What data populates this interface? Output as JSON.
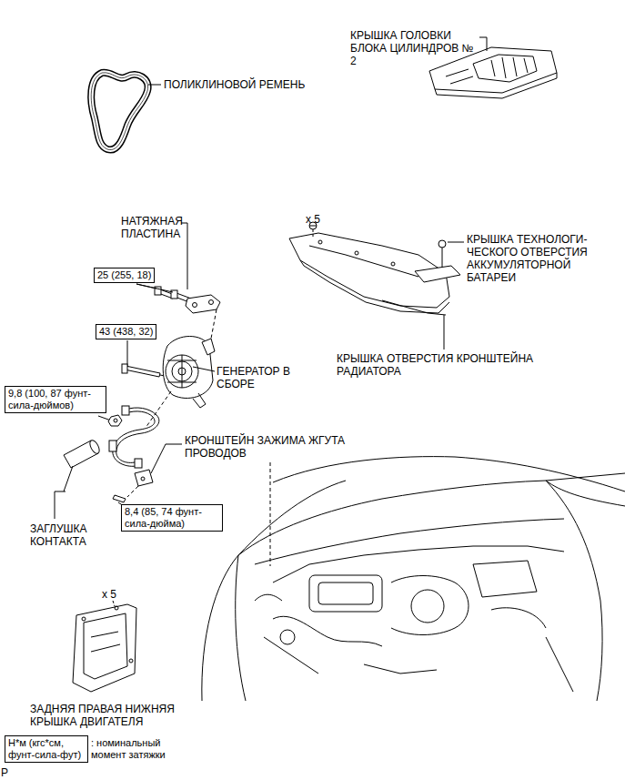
{
  "diagram": {
    "nodes": [
      {
        "text": [
          "25 (255, 18)"
        ]
      },
      {
        "text": [
          "43 (438, 32)"
        ]
      },
      {
        "text": [
          "9,8 (100, 87 фунт-сила-дюймов)"
        ]
      },
      {
        "text": [
          "8,4 (85, 74 фунт-сила-дюйма)"
        ]
      },
      {
        "text": [
          "Н*м (кгс*см, фунт-сила-фут)"
        ]
      }
    ],
    "labels": [
      "КРЫШКА ГОЛОВКИ БЛОКА ЦИЛИНДРОВ № 2",
      "ПОЛИКЛИНОВОЙ РЕМЕНЬ",
      "НАТЯЖНАЯ ПЛАСТИНА",
      "x 5",
      "КРЫШКА ТЕХНОЛОГИ-ЧЕСКОГО ОТВЕРСТИЯ АККУМУЛЯТОРНОЙ БАТАРЕИ",
      "КРЫШКА ОТВЕРСТИЯ КРОНШТЕЙНА РАДИАТОРА",
      "ГЕНЕРАТОР В СБОРЕ",
      "КРОНШТЕЙН ЗАЖИМА ЖГУТА ПРОВОДОВ",
      "ЗАГЛУШКА КОНТАКТА",
      "x 5",
      "ЗАДНЯЯ ПРАВАЯ НИЖНЯЯ КРЫШКА ДВИГАТЕЛЯ",
      "P"
    ],
    "legend": [
      {
        "text": ": номинальный момент затяжки"
      }
    ]
  }
}
